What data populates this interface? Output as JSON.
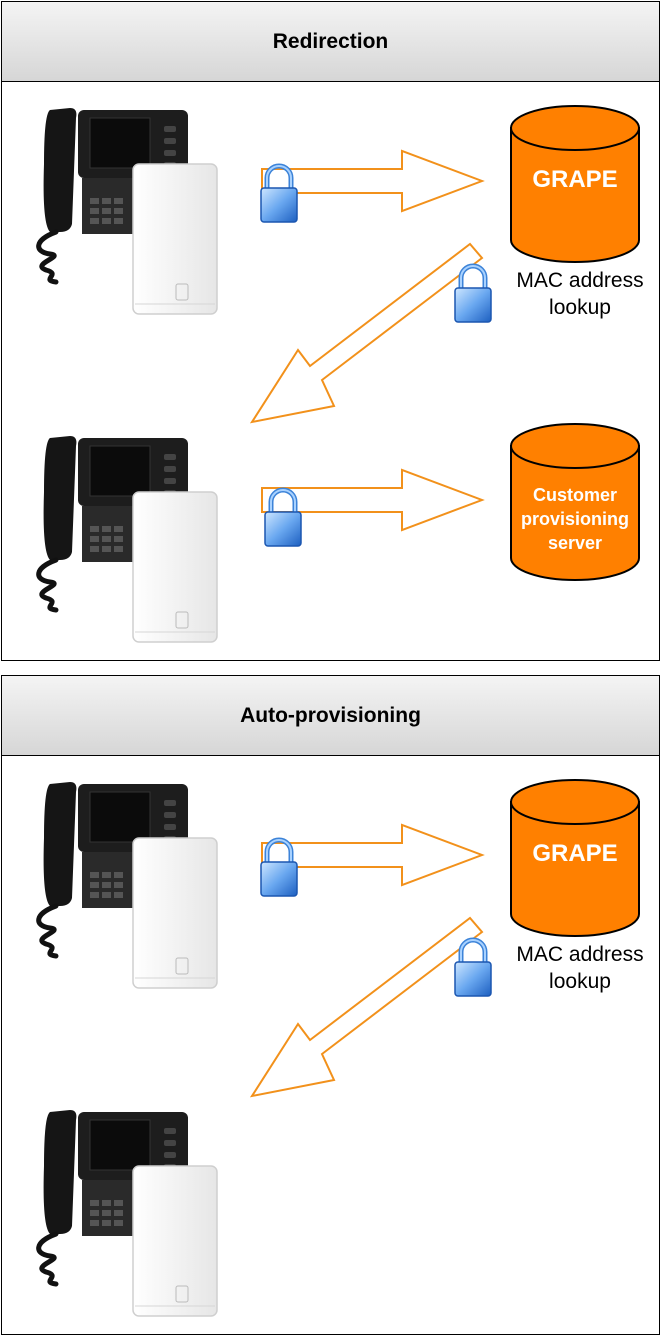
{
  "panels": [
    {
      "title": "Redirection",
      "databases": [
        {
          "text": "GRAPE"
        },
        {
          "text": "Customer provisioning server",
          "lines": [
            "Customer",
            "provisioning",
            "server"
          ]
        }
      ],
      "annotation": {
        "lines": [
          "MAC address",
          "lookup"
        ]
      }
    },
    {
      "title": "Auto-provisioning",
      "databases": [
        {
          "text": "GRAPE"
        }
      ],
      "annotation": {
        "lines": [
          "MAC address",
          "lookup"
        ]
      }
    }
  ],
  "colors": {
    "database_fill": "#ff8000",
    "arrow_stroke": "#f2911b",
    "lock_blue": "#2b7de0",
    "header_bg": "#e0e0e0"
  },
  "icons": [
    "desk-phone-icon",
    "base-station-icon",
    "padlock-icon",
    "database-icon"
  ]
}
